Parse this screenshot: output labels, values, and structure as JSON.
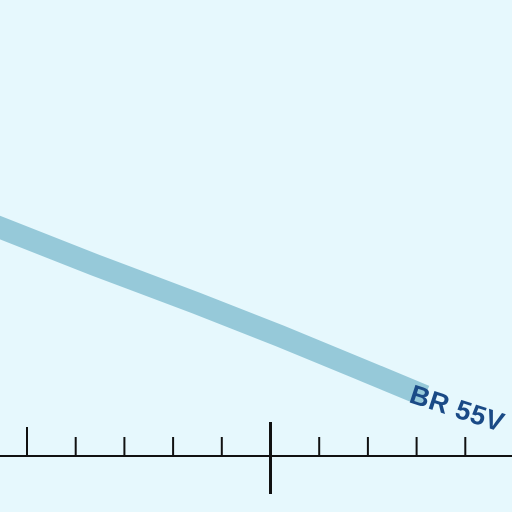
{
  "map": {
    "background_color": "#e6f8fd",
    "route": {
      "label": "BR 55V",
      "line_color": "#96c9d9",
      "label_color": "#1a4a86"
    },
    "scale_bar": {
      "color": "#111111",
      "tick_count": 11,
      "center_tick_index": 5
    }
  }
}
